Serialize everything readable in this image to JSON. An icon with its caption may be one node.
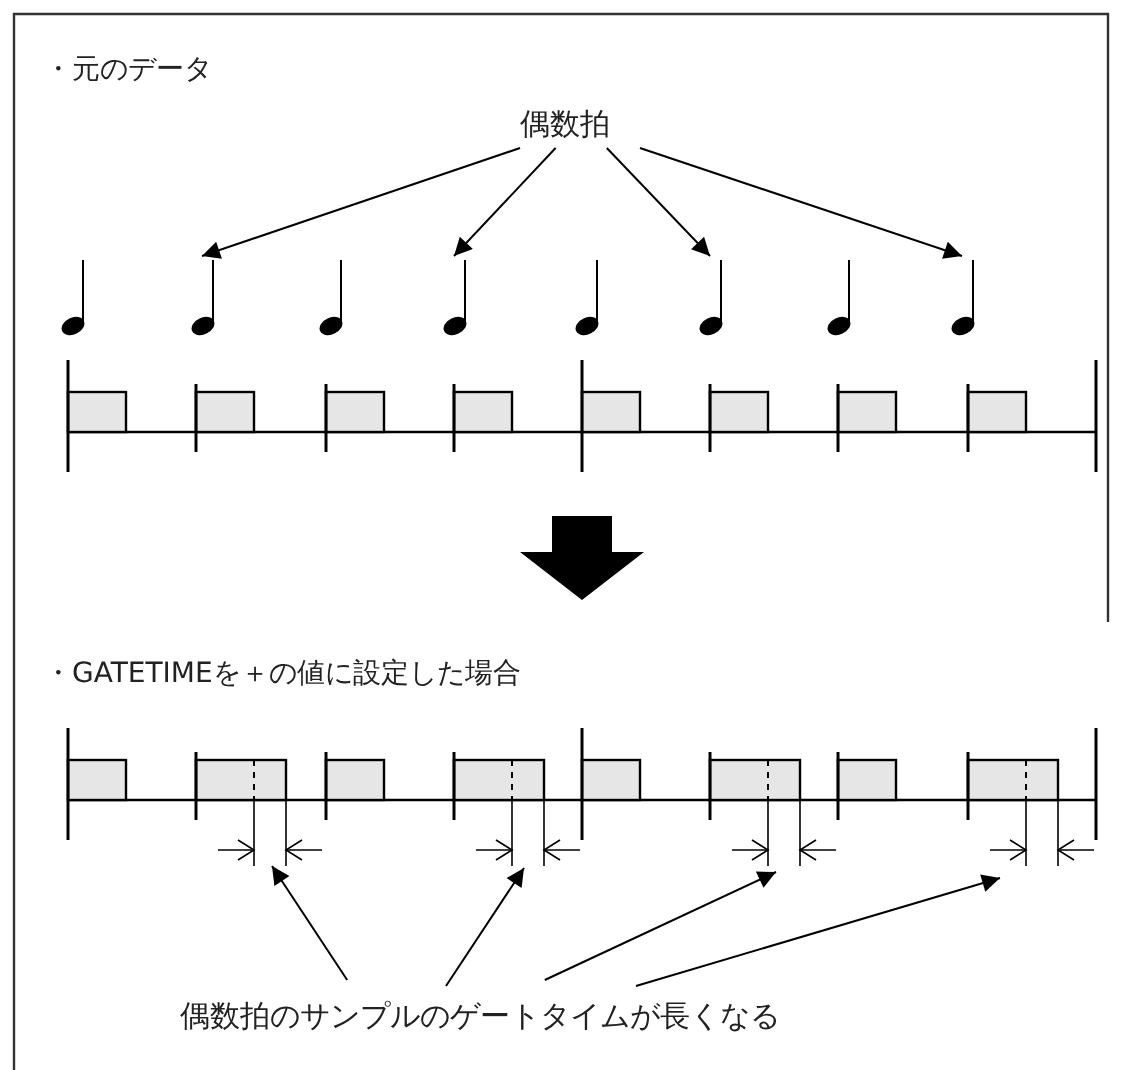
{
  "diagram": {
    "nodes": [
      {
        "text": [
          "偶数拍"
        ]
      },
      {
        "text": [],
        "shape": "note"
      },
      {
        "text": [],
        "shape": "note"
      },
      {
        "text": [],
        "shape": "note"
      },
      {
        "text": [],
        "shape": "note"
      },
      {
        "text": [],
        "shape": "note"
      },
      {
        "text": [],
        "shape": "note"
      },
      {
        "text": [],
        "shape": "note"
      },
      {
        "text": [],
        "shape": "note"
      },
      {
        "text": [
          "偶数拍のサンプルのゲートタイムが長くなる"
        ]
      }
    ],
    "edges": [
      {
        "from": 0,
        "to": 2,
        "arrow": "to"
      },
      {
        "from": 0,
        "to": 4,
        "arrow": "to"
      },
      {
        "from": 0,
        "to": 6,
        "arrow": "to"
      },
      {
        "from": 0,
        "to": 8,
        "arrow": "to"
      },
      {
        "from": 9,
        "to": null,
        "arrow": "to"
      },
      {
        "from": 9,
        "to": null,
        "arrow": "to"
      },
      {
        "from": 9,
        "to": null,
        "arrow": "to"
      },
      {
        "from": 9,
        "to": null,
        "arrow": "to"
      }
    ],
    "labels": [
      "・元のデータ",
      "・GATETIMEを＋の値に設定した場合"
    ]
  }
}
